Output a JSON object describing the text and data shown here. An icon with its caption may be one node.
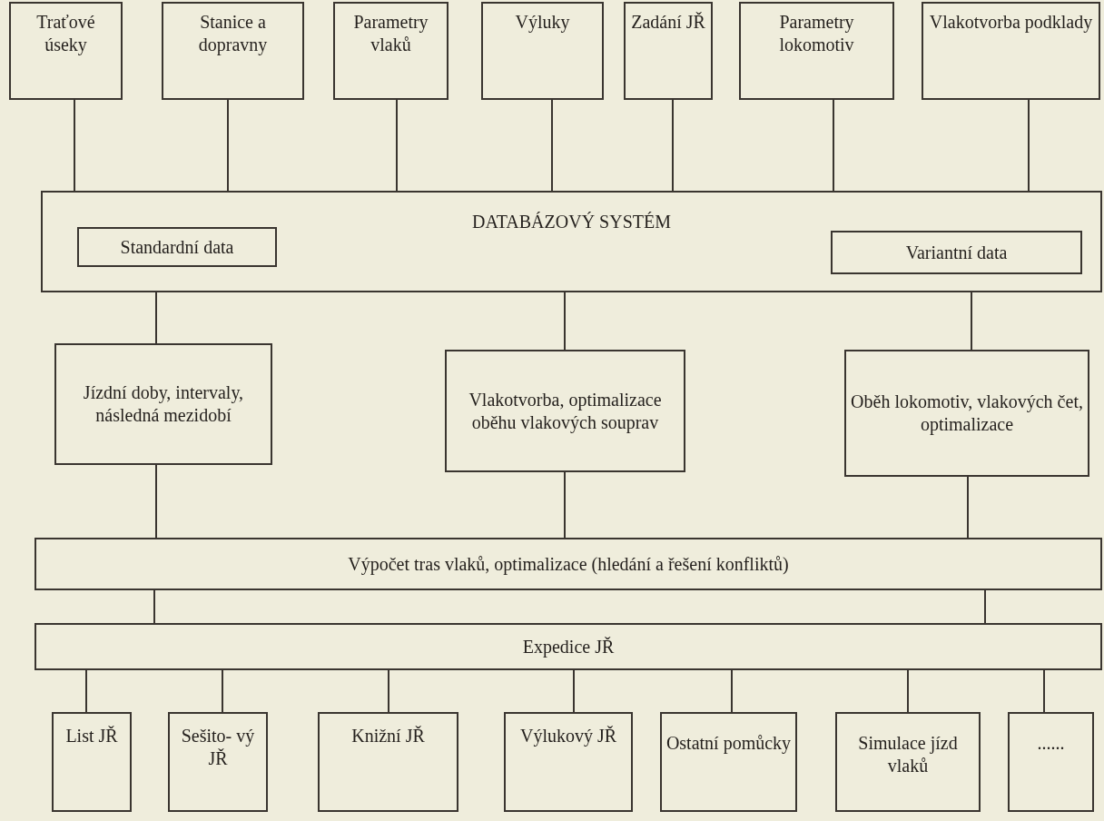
{
  "diagram": {
    "nodes": [
      {
        "text": [
          "Traťové úseky"
        ]
      },
      {
        "text": [
          "Stanice a dopravny"
        ]
      },
      {
        "text": [
          "Parametry vlaků"
        ]
      },
      {
        "text": [
          "Výluky"
        ]
      },
      {
        "text": [
          "Zadání JŘ"
        ]
      },
      {
        "text": [
          "Parametry lokomotiv"
        ]
      },
      {
        "text": [
          "Vlakotvorba podklady"
        ]
      },
      {
        "text": [
          "DATABÁZOVÝ SYSTÉM"
        ]
      },
      {
        "text": [
          "Standardní data"
        ],
        "in": 7
      },
      {
        "text": [
          "Variantní data"
        ],
        "in": 7
      },
      {
        "text": [
          "Jízdní doby, intervaly, následná mezidobí"
        ]
      },
      {
        "text": [
          "Vlakotvorba, optimalizace oběhu vlakových souprav"
        ]
      },
      {
        "text": [
          "Oběh lokomotiv, vlakových čet, optimalizace"
        ]
      },
      {
        "text": [
          "Výpočet tras vlaků, optimalizace (hledání a řešení konfliktů)"
        ]
      },
      {
        "text": [
          "Expedice JŘ"
        ]
      },
      {
        "text": [
          "List JŘ"
        ]
      },
      {
        "text": [
          "Sešito- vý JŘ"
        ]
      },
      {
        "text": [
          "Knižní JŘ"
        ]
      },
      {
        "text": [
          "Výlukový JŘ"
        ]
      },
      {
        "text": [
          "Ostatní pomůcky"
        ]
      },
      {
        "text": [
          "Simulace jízd vlaků"
        ]
      },
      {
        "text": [
          "......"
        ]
      }
    ],
    "edges": [
      {
        "from": 0,
        "to": 7,
        "arrow": "none"
      },
      {
        "from": 1,
        "to": 7,
        "arrow": "none"
      },
      {
        "from": 2,
        "to": 7,
        "arrow": "none"
      },
      {
        "from": 3,
        "to": 7,
        "arrow": "none"
      },
      {
        "from": 4,
        "to": 7,
        "arrow": "none"
      },
      {
        "from": 5,
        "to": 7,
        "arrow": "none"
      },
      {
        "from": 6,
        "to": 7,
        "arrow": "none"
      },
      {
        "from": 7,
        "to": 10,
        "arrow": "none"
      },
      {
        "from": 7,
        "to": 11,
        "arrow": "none"
      },
      {
        "from": 7,
        "to": 12,
        "arrow": "none"
      },
      {
        "from": 10,
        "to": 13,
        "arrow": "none"
      },
      {
        "from": 11,
        "to": 13,
        "arrow": "none"
      },
      {
        "from": 12,
        "to": 13,
        "arrow": "none"
      },
      {
        "from": 13,
        "to": 14,
        "arrow": "none"
      },
      {
        "from": 13,
        "to": 14,
        "arrow": "none"
      },
      {
        "from": 14,
        "to": 15,
        "arrow": "none"
      },
      {
        "from": 14,
        "to": 16,
        "arrow": "none"
      },
      {
        "from": 14,
        "to": 17,
        "arrow": "none"
      },
      {
        "from": 14,
        "to": 18,
        "arrow": "none"
      },
      {
        "from": 14,
        "to": 19,
        "arrow": "none"
      },
      {
        "from": 14,
        "to": 20,
        "arrow": "none"
      },
      {
        "from": 14,
        "to": 21,
        "arrow": "none"
      }
    ]
  }
}
